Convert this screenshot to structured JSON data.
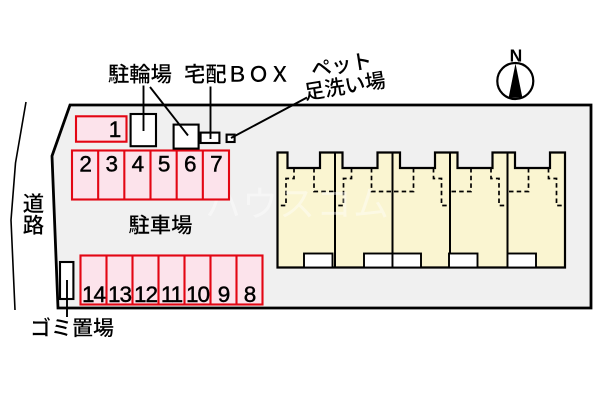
{
  "diagram": {
    "type": "property-site-plan",
    "road_label": "道路",
    "parking_area_label": "駐車場",
    "garbage_area_label": "ゴミ置場",
    "bicycle_parking_label": "駐輪場",
    "delivery_box_label": "宅配ＢＯＸ",
    "pet_foot_wash_label": "ペット足洗い場",
    "pet_foot_wash_line1": "ペット",
    "pet_foot_wash_line2": "足洗い場",
    "watermark_text": "ハウスコム"
  },
  "parking_spots": {
    "single": "1",
    "top_row": [
      "2",
      "3",
      "4",
      "5",
      "6",
      "7"
    ],
    "bottom_row": [
      "14",
      "13",
      "12",
      "11",
      "10",
      "9",
      "8"
    ]
  },
  "building": {
    "unit_count": 5
  },
  "compass": {
    "north_label": "N"
  },
  "colors": {
    "page_bg": "#ffffff",
    "site_fill": "#f0f0f0",
    "line_black": "#000000",
    "stall_fill": "#fce3eb",
    "stall_border": "#e30613",
    "building_fill": "#faf5d1",
    "box_fill": "#ffffff",
    "watermark": "rgba(255,255,255,0.42)"
  }
}
